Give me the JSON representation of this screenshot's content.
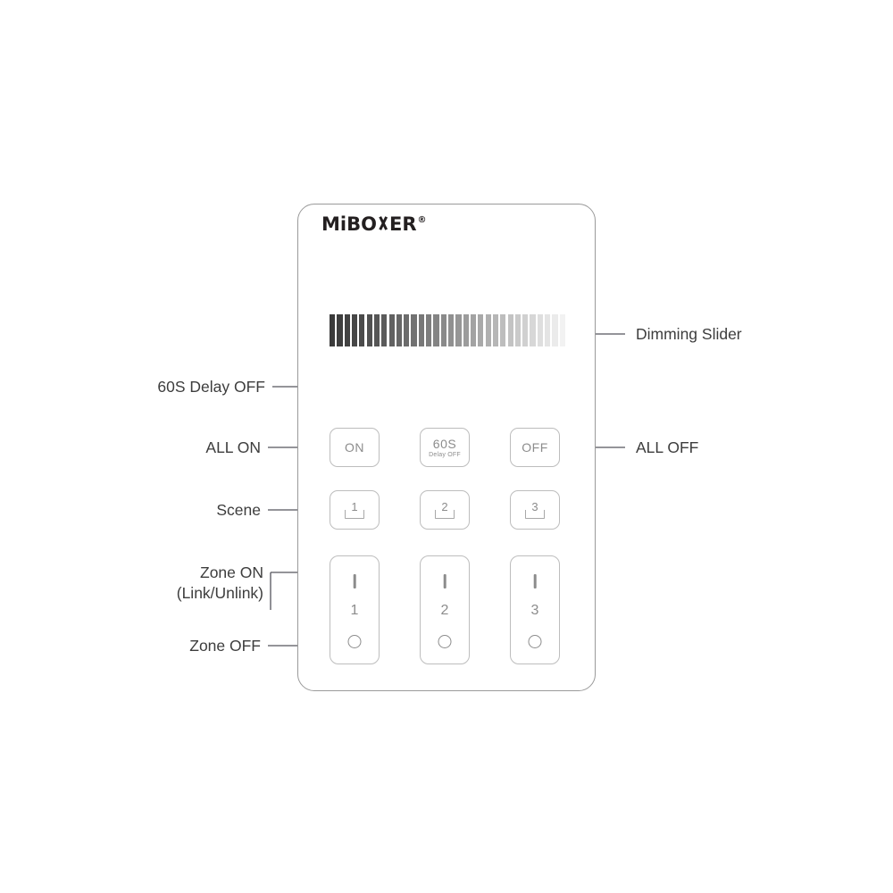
{
  "device": {
    "brand_prefix": "MiBO",
    "brand_suffix": "ER",
    "brand_registered": "®",
    "brand_full": "MiBOXER®"
  },
  "colors": {
    "panel_outline": "#9a9a9a",
    "key_outline": "#bdbdbd",
    "key_text": "#8c8c8c",
    "label_text": "#3d3d3d",
    "leader_line": "#55555c",
    "slider_dark": "#3a3a3a",
    "slider_light": "#f0f0f0",
    "background": "#ffffff"
  },
  "slider": {
    "name": "Dimming Slider",
    "bar_count": 32,
    "gradient_from": "#3a3a3a",
    "gradient_to": "#f2f2f2"
  },
  "keys": {
    "row_all": [
      {
        "id": "all-on",
        "main": "ON",
        "sub": ""
      },
      {
        "id": "delay-off",
        "main": "60S",
        "sub": "Delay OFF"
      },
      {
        "id": "all-off",
        "main": "OFF",
        "sub": ""
      }
    ],
    "row_scene": [
      {
        "id": "scene-1",
        "num": "1"
      },
      {
        "id": "scene-2",
        "num": "2"
      },
      {
        "id": "scene-3",
        "num": "3"
      }
    ],
    "row_zone": [
      {
        "id": "zone-1",
        "num": "1",
        "on_glyph": "I",
        "off_glyph": "○"
      },
      {
        "id": "zone-2",
        "num": "2",
        "on_glyph": "I",
        "off_glyph": "○"
      },
      {
        "id": "zone-3",
        "num": "3",
        "on_glyph": "I",
        "off_glyph": "○"
      }
    ]
  },
  "callouts": {
    "dimming_slider": "Dimming Slider",
    "delay_off": "60S Delay OFF",
    "all_on": "ALL ON",
    "all_off": "ALL OFF",
    "scene": "Scene",
    "zone_on_line1": "Zone ON",
    "zone_on_line2": "(Link/Unlink)",
    "zone_off": "Zone OFF"
  }
}
